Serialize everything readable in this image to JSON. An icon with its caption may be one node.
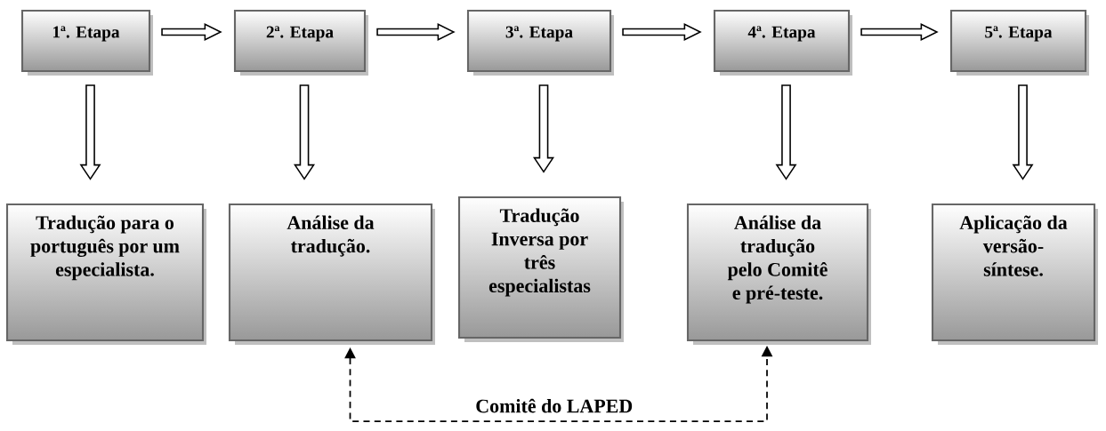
{
  "diagram": {
    "nodes": [
      {
        "text": [
          "1ª. Etapa"
        ]
      },
      {
        "text": [
          "2ª. Etapa"
        ]
      },
      {
        "text": [
          "3ª. Etapa"
        ]
      },
      {
        "text": [
          "4ª. Etapa"
        ]
      },
      {
        "text": [
          "5ª. Etapa"
        ]
      },
      {
        "text": [
          "Tradução para o português por um especialista."
        ]
      },
      {
        "text": [
          "Análise da tradução."
        ]
      },
      {
        "text": [
          "Tradução Inversa por três especialistas"
        ]
      },
      {
        "text": [
          "Análise da tradução pelo Comitê e pré-teste."
        ]
      },
      {
        "text": [
          "Aplicação da versão-síntese."
        ]
      }
    ],
    "edges": [
      {
        "from": 0,
        "to": 1,
        "arrow": "to"
      },
      {
        "from": 1,
        "to": 2,
        "arrow": "to"
      },
      {
        "from": 2,
        "to": 3,
        "arrow": "to"
      },
      {
        "from": 3,
        "to": 4,
        "arrow": "to"
      },
      {
        "from": 0,
        "to": 5,
        "arrow": "to"
      },
      {
        "from": 1,
        "to": 6,
        "arrow": "to"
      },
      {
        "from": 2,
        "to": 7,
        "arrow": "to"
      },
      {
        "from": 3,
        "to": 8,
        "arrow": "to"
      },
      {
        "from": 4,
        "to": 9,
        "arrow": "to"
      },
      {
        "from": 6,
        "to": 8,
        "arrow": "both",
        "style": "dashed",
        "label": "Comitê do LAPED"
      }
    ]
  }
}
